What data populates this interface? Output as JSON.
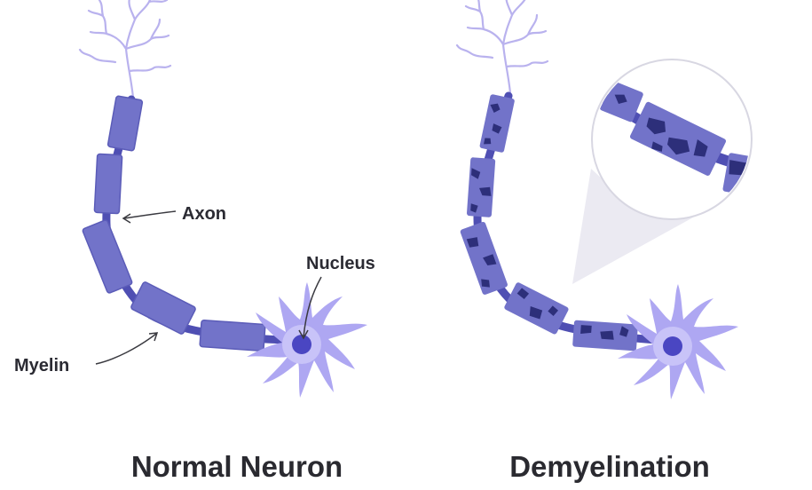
{
  "labels": {
    "axon": "Axon",
    "nucleus": "Nucleus",
    "myelin": "Myelin"
  },
  "titles": {
    "normal": "Normal Neuron",
    "demyelination": "Demyelination"
  },
  "colors": {
    "myelin": "#7273c9",
    "myelin_dark": "#5b5cb8",
    "axon": "#4f4fb3",
    "damage": "#2d2f7a",
    "soma": "#a9a3f0",
    "soma_light": "#c6c1f7",
    "nucleus": "#4a46c2",
    "dendrite": "#b9b2ee",
    "zoom_fill": "#eceaf3",
    "text": "#2b2b33"
  },
  "icons": [
    "arrow-icon",
    "magnifier-circle-icon"
  ]
}
